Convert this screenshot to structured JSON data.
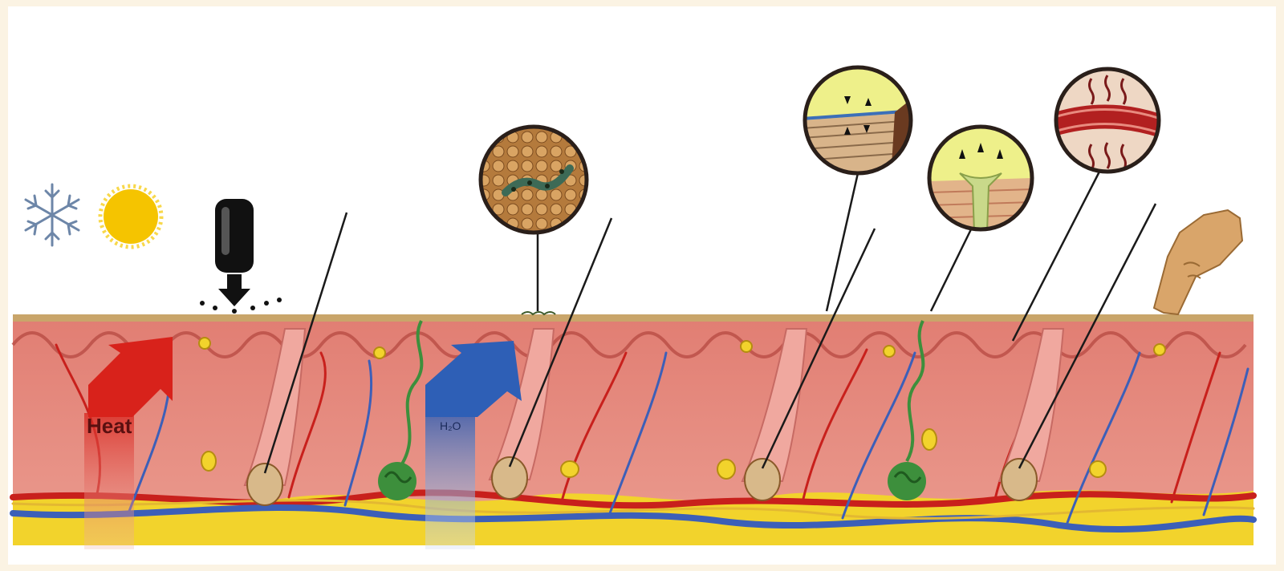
{
  "labels": {
    "heat": "Heat",
    "water": "H₂O"
  },
  "colors": {
    "background": "#fbf3e3",
    "panel": "#ffffff",
    "epidermis_surface": "#c9a56a",
    "dermis": "#e88b7f",
    "dermis_dark": "#d56a5f",
    "fat_layer": "#f2d32c",
    "artery": "#c8201c",
    "vein": "#3c5fb8",
    "nerve": "#e3b832",
    "sweat_gland": "#3d8f3c",
    "heat_arrow": "#d8221b",
    "water_arrow": "#2e5fb6",
    "snowflake": "#6d86a8",
    "sun": "#f5c400",
    "inset_border": "#2a1f1a",
    "pointer_line": "#1a1a1a"
  },
  "icons": [
    "snowflake-icon",
    "sun-icon",
    "spray-bottle-icon",
    "pointing-finger-icon"
  ],
  "insets": [
    "microorganism-inset",
    "skin-layer-pressure-inset",
    "sweat-pore-inset",
    "blood-vessel-inset"
  ]
}
